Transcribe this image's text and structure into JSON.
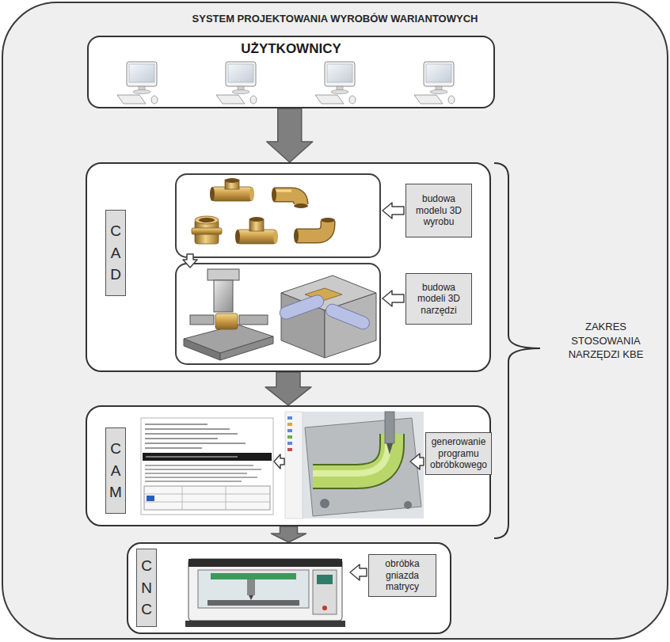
{
  "diagram": {
    "nodes": [
      {
        "text": [
          "SYSTEM PROJEKTOWANIA WYROBÓW WARIANTOWYCH"
        ]
      },
      {
        "text": [
          "UŻYTKOWNICY"
        ],
        "in": 0
      },
      {
        "text": [
          "C A D"
        ],
        "in": 0
      },
      {
        "text": [
          "budowa modelu 3D wyrobu"
        ],
        "in": 2
      },
      {
        "text": [
          "budowa modeli 3D narzędzi"
        ],
        "in": 2
      },
      {
        "text": [
          "C A M"
        ],
        "in": 0
      },
      {
        "text": [
          "generowanie programu obróbkowego"
        ],
        "in": 5
      },
      {
        "text": [
          "C N C"
        ],
        "in": 0
      },
      {
        "text": [
          "obróbka gniazda matrycy"
        ],
        "in": 7
      }
    ],
    "edges": [
      {
        "from": 1,
        "to": 2,
        "arrow": "to"
      },
      {
        "from": 2,
        "to": 5,
        "arrow": "to"
      },
      {
        "from": 5,
        "to": 7,
        "arrow": "to"
      }
    ],
    "labels": [
      "ZAKRES STOSOWANIA NARZĘDZI KBE"
    ]
  }
}
